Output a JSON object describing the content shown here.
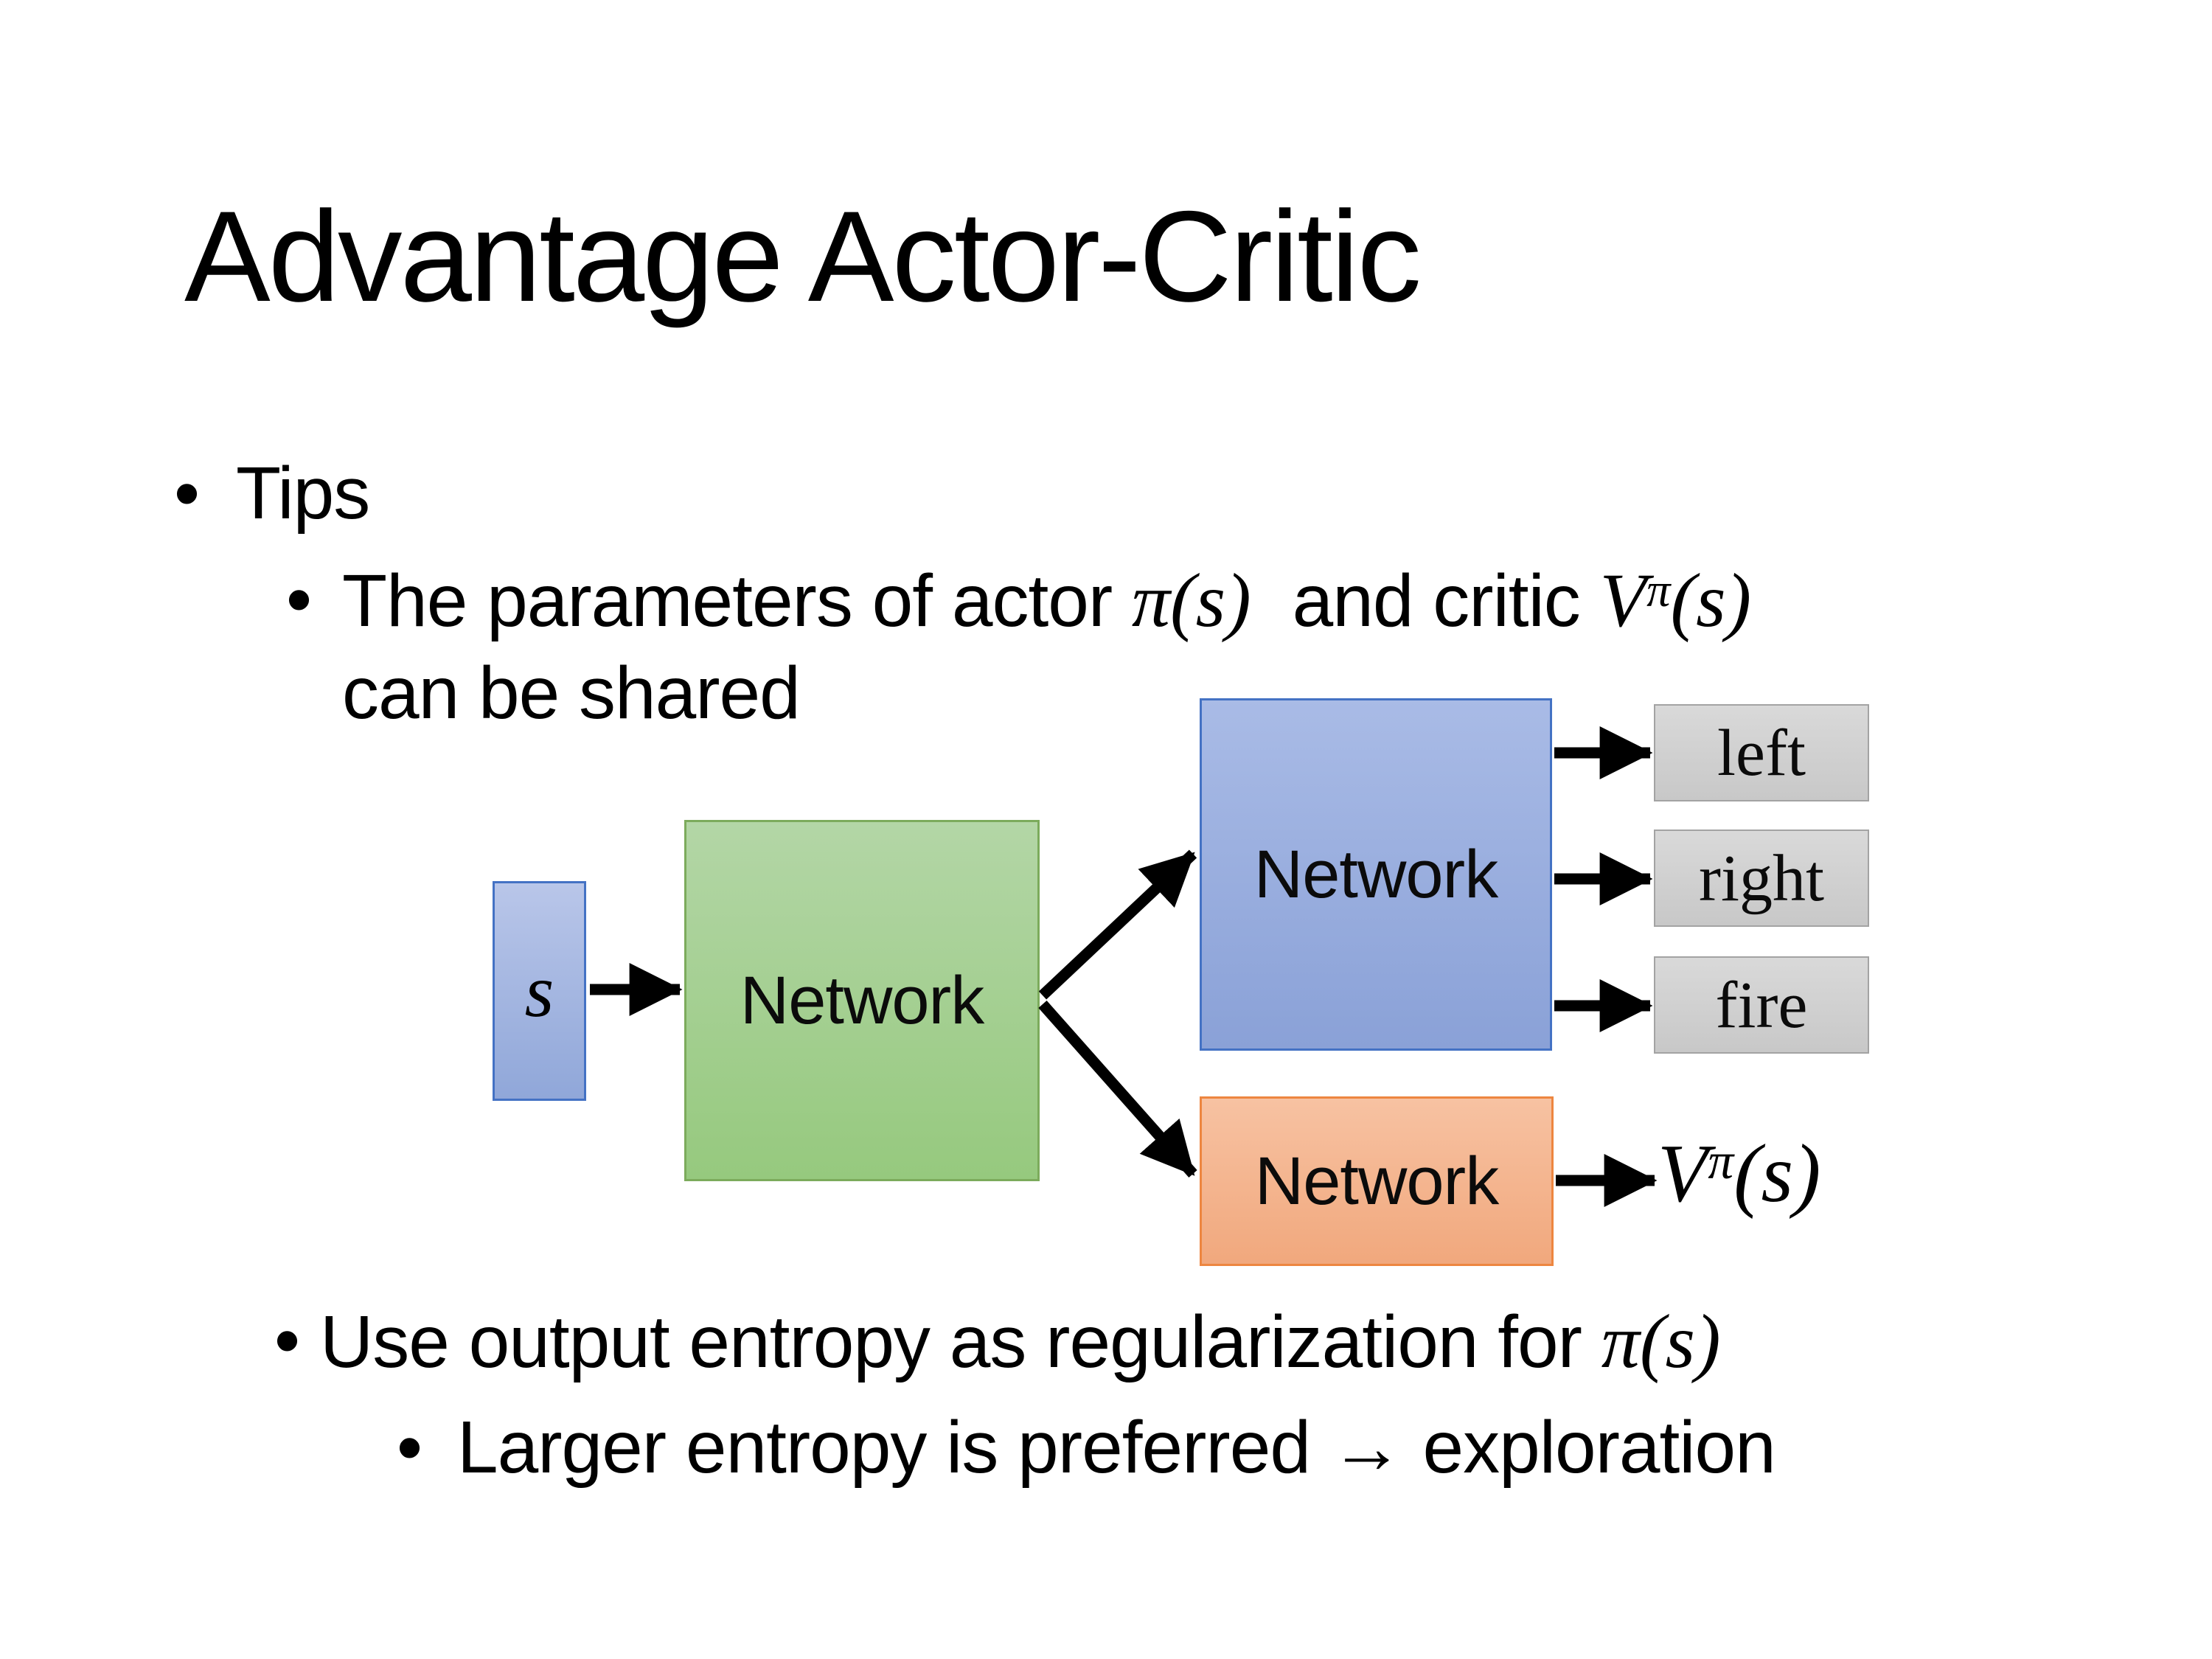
{
  "slide": {
    "title": "Advantage Actor-Critic",
    "bullet_char": "•",
    "bullets": {
      "tips": "Tips",
      "shared_line1_pre": "The parameters of actor ",
      "shared_line1_actor_math": "π(s)",
      "shared_line1_mid": " and critic ",
      "shared_line1_critic_base": "V",
      "shared_line1_critic_sup": "π",
      "shared_line1_critic_args": "(s)",
      "shared_line2": "can be shared",
      "entropy_pre": "Use output entropy as regularization for ",
      "entropy_math": "π(s)",
      "exploration": "Larger entropy is preferred → exploration"
    },
    "diagram": {
      "state": "s",
      "shared_network": "Network",
      "actor_network": "Network",
      "critic_network": "Network",
      "actions": [
        "left",
        "right",
        "fire"
      ],
      "value_base": "V",
      "value_sup": "π",
      "value_args": "(s)"
    },
    "colors": {
      "state_border": "#4472c4",
      "state_fill": "#a5b6e1",
      "shared_fill": "#a5d092",
      "shared_border": "#7cab5c",
      "actor_fill": "#9aaedf",
      "actor_border": "#4472c4",
      "critic_fill": "#f4b590",
      "critic_border": "#ed8640",
      "action_fill": "#d0d0d0",
      "action_border": "#a3a3a3",
      "arrow": "#000000",
      "text": "#000000",
      "background": "#ffffff"
    }
  }
}
